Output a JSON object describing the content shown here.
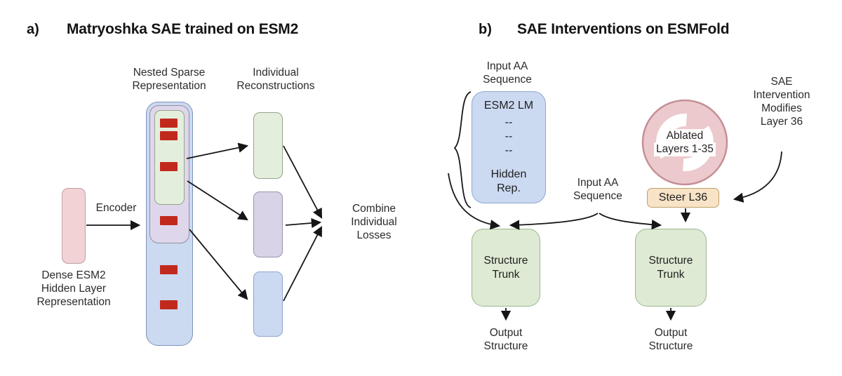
{
  "colors": {
    "pink_fill": "#f2d2d5",
    "pink_border": "#bfa0a6",
    "blue_fill": "#cbd9f1",
    "blue_border": "#8094ba",
    "purple_fill": "#ded7eb",
    "purple_border": "#93909f",
    "green_fill": "#e4eedc",
    "green_border": "#96a48e",
    "red_block": "#c2291d",
    "recon_purple_fill": "#d9d3e7",
    "recon_purple_border": "#9a93ab",
    "recon_blue_border": "#8fa6cb",
    "esm2_border": "#90a9cd",
    "trunk_fill": "#deead3",
    "trunk_border": "#9eb590",
    "steer_fill": "#f8e3c7",
    "steer_border": "#bda069",
    "ablate_fill": "#ecc9cc",
    "ablate_border": "#c58f96",
    "arrow": "#161616"
  },
  "panel_a": {
    "tag": "a)",
    "title": "Matryoshka SAE trained on ESM2",
    "nested_label": "Nested Sparse\nRepresentation",
    "recon_label": "Individual\nReconstructions",
    "encoder_label": "Encoder",
    "dense_label": "Dense ESM2\nHidden Layer\nRepresentation",
    "combine_label": "Combine\nIndividual\nLosses"
  },
  "panel_b": {
    "tag": "b)",
    "title": "SAE Interventions on ESMFold",
    "input_aa_top": "Input AA\nSequence",
    "esm2_lm": "ESM2 LM",
    "dashes": "--\n--\n--",
    "hidden_rep": "Hidden\nRep.",
    "input_aa_mid": "Input AA\nSequence",
    "ablated_line1": "Ablated",
    "ablated_line2": "Layers 1-35",
    "sae_note": "SAE\nIntervention\nModifies\nLayer 36",
    "steer_label": "Steer L36",
    "trunk_left": "Structure\nTrunk",
    "trunk_right": "Structure\nTrunk",
    "output_left": "Output\nStructure",
    "output_right": "Output\nStructure"
  }
}
